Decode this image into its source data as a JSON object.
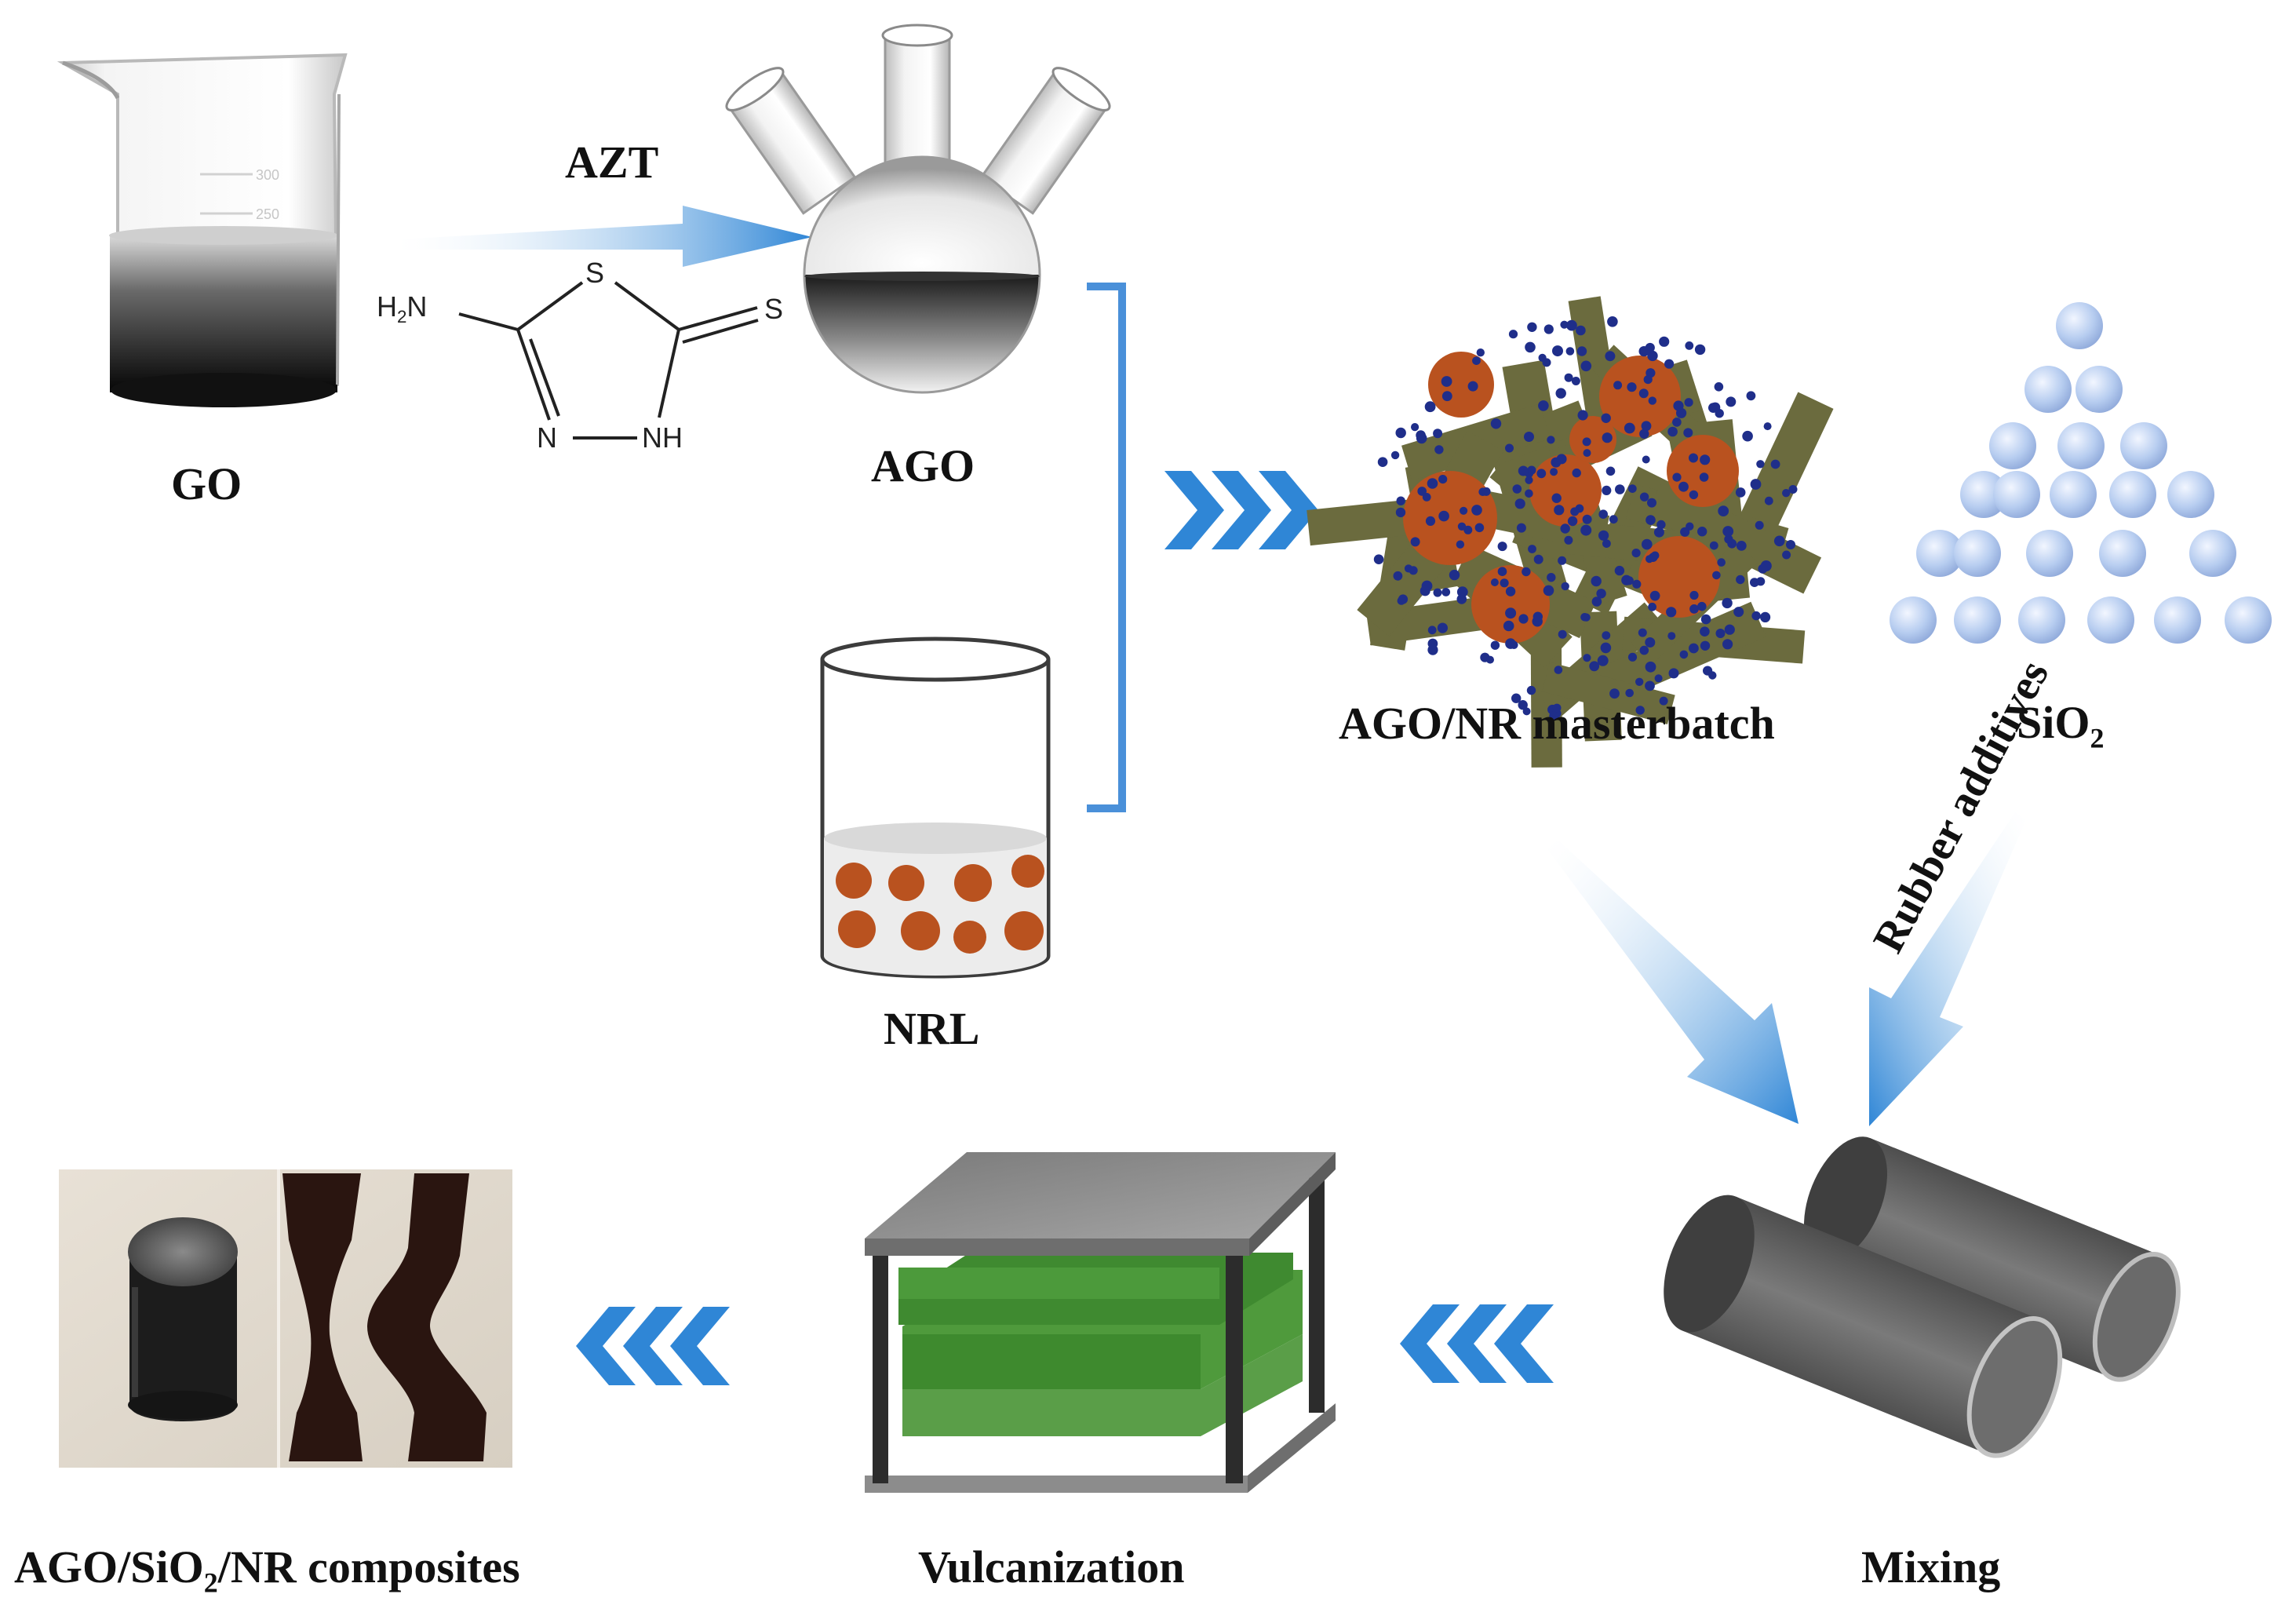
{
  "labels": {
    "go": "GO",
    "azt": "AZT",
    "ago": "AGO",
    "nrl": "NRL",
    "masterbatch": "AGO/NR masterbatch",
    "sio2_main": "SiO",
    "sio2_sub": "2",
    "rubber_additives": "Rubber additives",
    "composites_a": "AGO/SiO",
    "composites_sub": "2",
    "composites_b": "/NR composites",
    "vulcanization": "Vulcanization",
    "mixing": "Mixing"
  },
  "molecule": {
    "h2n_h": "H",
    "h2n_sub": "2",
    "h2n_n": "N",
    "s_ring": "S",
    "s_thione": "S",
    "n_ring": "N",
    "nh_ring": "NH"
  },
  "beaker_marks": {
    "upper": "300",
    "lower": "250"
  },
  "colors": {
    "arrow_blue": "#2f86d6",
    "bracket_blue": "#4a90d9",
    "rubber_particle": "#b9521f",
    "ago_sheet": "#6b6b3e",
    "ago_dot": "#1f2e8a",
    "silica_sphere": "#b7cdf0",
    "press_green": "#4f9a3c",
    "press_plate": "#8c8c8c",
    "roller_gray": "#6d6d6d"
  }
}
